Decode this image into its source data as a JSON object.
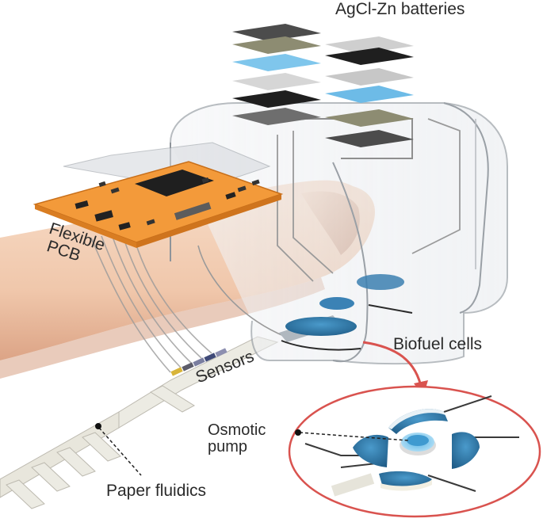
{
  "labels": {
    "batteries": "AgCl-Zn batteries",
    "pcb_line1": "Flexible",
    "pcb_line2": "PCB",
    "sensors": "Sensors",
    "biofuel": "Biofuel cells",
    "osmotic_line1": "Osmotic",
    "osmotic_line2": "pump",
    "paper": "Paper fluidics"
  },
  "colors": {
    "skin": "#f3cdb4",
    "skin_shadow": "#d9a88d",
    "pcb": "#f39a3a",
    "chip": "#1f1f1f",
    "callout_ring": "#d9534f",
    "biofuel_blue": "#2f78a8",
    "membrane": "#8fd0ef",
    "electrode_dark": "#2b2b2b",
    "electrode_olive": "#8a8a6c",
    "electrode_gray": "#cfcfcf",
    "paper_strip": "#ecebe3"
  }
}
